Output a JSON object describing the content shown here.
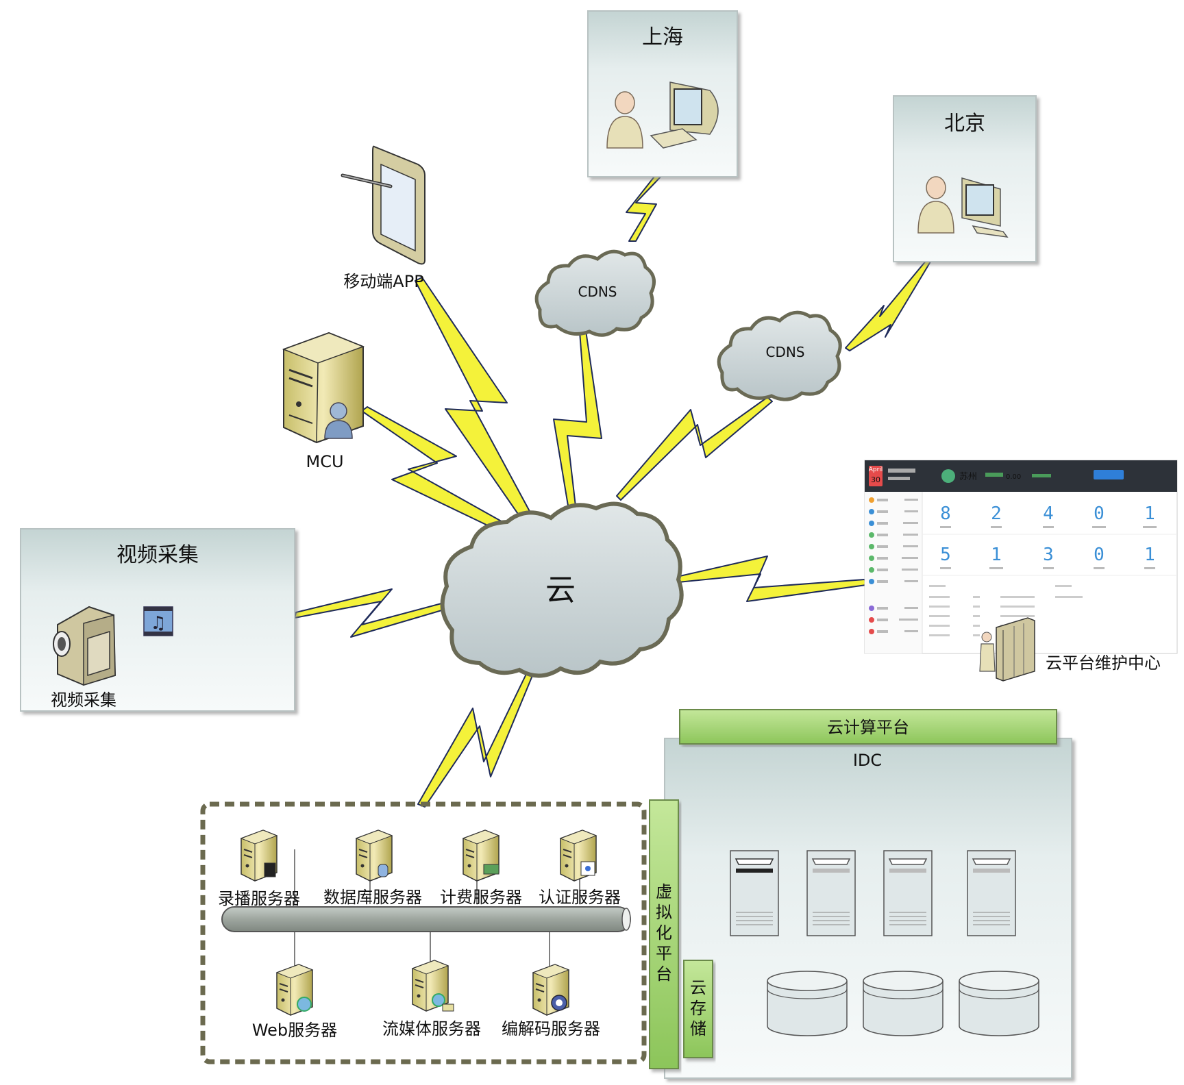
{
  "nodes": {
    "shanghai": "上海",
    "beijing": "北京",
    "mobile_app": "移动端APP",
    "cdns_1": "CDNS",
    "cdns_2": "CDNS",
    "mcu": "MCU",
    "video_capture_title": "视频采集",
    "video_capture_label": "视频采集",
    "cloud": "云",
    "cloud_maintenance": "云平台维护中心"
  },
  "dashboard": {
    "date_month": "April",
    "date_day": "30",
    "city": "苏州",
    "balance": "0.00",
    "numbers_row1": [
      "8",
      "2",
      "4",
      "0",
      "1"
    ],
    "numbers_row2": [
      "5",
      "1",
      "3",
      "0",
      "1"
    ]
  },
  "servers": {
    "top": [
      "录播服务器",
      "数据库服务器",
      "计费服务器",
      "认证服务器"
    ],
    "bottom": [
      "Web服务器",
      "流媒体服务器",
      "编解码服务器"
    ]
  },
  "idc": {
    "cloud_platform": "云计算平台",
    "title": "IDC",
    "virtualization": [
      "虚",
      "拟",
      "化",
      "平",
      "台"
    ],
    "storage": [
      "云",
      "存",
      "储"
    ]
  },
  "colors": {
    "bolt_fill": "#f4f23a",
    "bolt_stroke": "#1e2a5a",
    "cloud_fill": "#c9d3d6",
    "panel_header": "#c7d6d6",
    "green_bar": "#9fd36c"
  }
}
